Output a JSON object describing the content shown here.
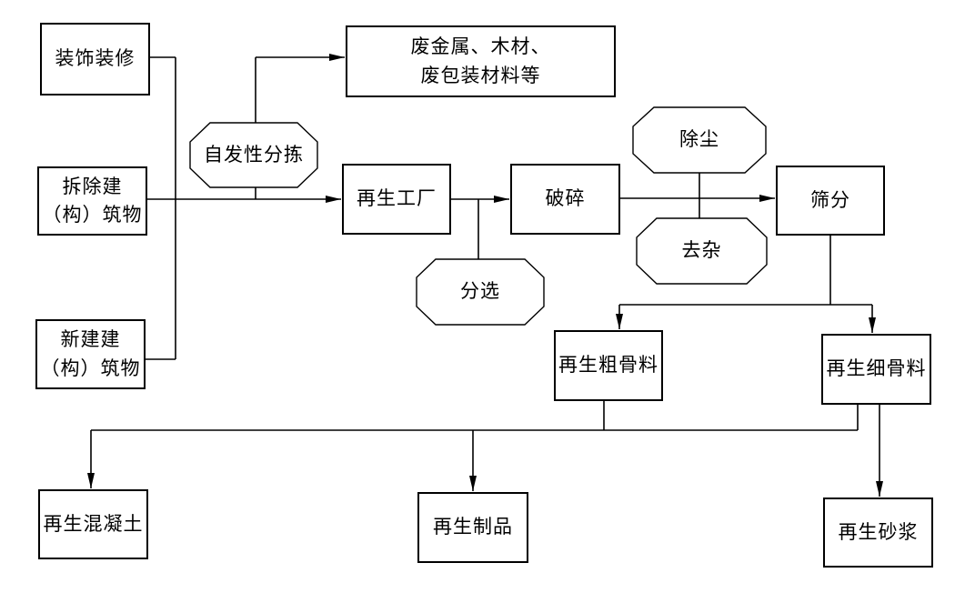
{
  "nodes": {
    "decoration_renovation": {
      "label": "装饰装修",
      "shape": "rect"
    },
    "demolished_structures": {
      "label": "拆除建\n（构）筑物",
      "shape": "rect"
    },
    "new_structures": {
      "label": "新建建\n（构）筑物",
      "shape": "rect"
    },
    "waste_materials": {
      "label": "废金属、木材、\n废包装材料等",
      "shape": "rect"
    },
    "spontaneous_sorting": {
      "label": "自发性分拣",
      "shape": "octagon"
    },
    "recycling_plant": {
      "label": "再生工厂",
      "shape": "rect"
    },
    "sorting": {
      "label": "分选",
      "shape": "octagon"
    },
    "crushing": {
      "label": "破碎",
      "shape": "rect"
    },
    "dust_removal": {
      "label": "除尘",
      "shape": "octagon"
    },
    "impurity_removal": {
      "label": "去杂",
      "shape": "octagon"
    },
    "screening": {
      "label": "筛分",
      "shape": "rect"
    },
    "coarse_aggregate": {
      "label": "再生粗骨料",
      "shape": "rect"
    },
    "fine_aggregate": {
      "label": "再生细骨料",
      "shape": "rect"
    },
    "recycled_concrete": {
      "label": "再生混凝土",
      "shape": "rect"
    },
    "recycled_products": {
      "label": "再生制品",
      "shape": "rect"
    },
    "recycled_mortar": {
      "label": "再生砂浆",
      "shape": "rect"
    }
  },
  "edges": [
    {
      "from": "decoration_renovation",
      "to": "trunk_junction",
      "arrow": false
    },
    {
      "from": "new_structures",
      "to": "trunk_junction",
      "arrow": false
    },
    {
      "from": "demolished_structures",
      "to": "recycling_plant",
      "arrow": true
    },
    {
      "from": "trunk_junction",
      "to": "spontaneous_sorting",
      "arrow": false
    },
    {
      "from": "spontaneous_sorting",
      "to": "waste_materials",
      "arrow": true
    },
    {
      "from": "recycling_plant",
      "to": "crushing",
      "arrow": true
    },
    {
      "from": "recycling_plant",
      "to": "sorting",
      "arrow": false
    },
    {
      "from": "crushing",
      "to": "screening",
      "arrow": true
    },
    {
      "from": "dust_removal",
      "to": "impurity_removal",
      "arrow": false
    },
    {
      "from": "screening",
      "to": "coarse_aggregate",
      "arrow": true
    },
    {
      "from": "screening",
      "to": "fine_aggregate",
      "arrow": true
    },
    {
      "from": "coarse_aggregate",
      "to": "recycled_concrete",
      "arrow": true
    },
    {
      "from": "coarse_aggregate",
      "to": "recycled_products",
      "arrow": true
    },
    {
      "from": "fine_aggregate",
      "to": "recycled_concrete",
      "arrow": true
    },
    {
      "from": "fine_aggregate",
      "to": "recycled_products",
      "arrow": true
    },
    {
      "from": "fine_aggregate",
      "to": "recycled_mortar",
      "arrow": true
    }
  ],
  "colors": {
    "background": "#ffffff",
    "line": "#000000",
    "node_border": "#000000",
    "text": "#000000"
  }
}
